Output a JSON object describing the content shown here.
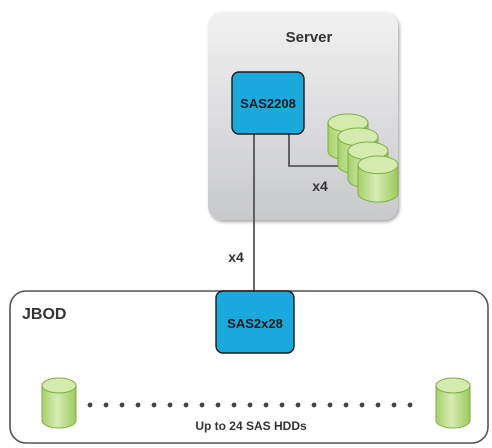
{
  "server": {
    "title": "Server",
    "controller": "SAS2208",
    "local_link": "x4",
    "local_drive_count": 4
  },
  "uplink": {
    "label": "x4"
  },
  "jbod": {
    "title": "JBOD",
    "expander": "SAS2x28",
    "caption": "Up to 24 SAS HDDs"
  },
  "colors": {
    "server_panel": "#d2d3d5",
    "chip": "#1ba9dc",
    "drive": "#b9dc84",
    "line": "#444444",
    "text": "#333333"
  }
}
